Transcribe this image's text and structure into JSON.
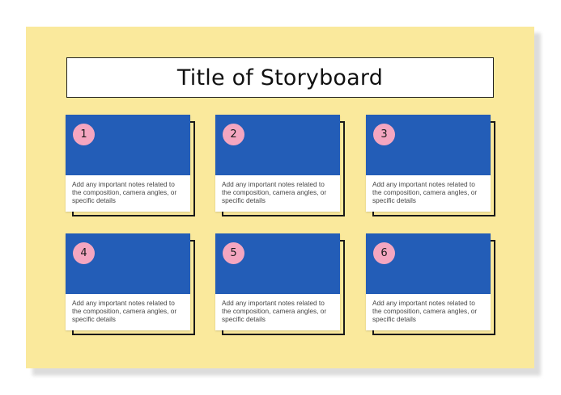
{
  "colors": {
    "board_bg": "#fae99c",
    "panel_blue": "#235db7",
    "badge_pink": "#f4a6c0",
    "notes_bg": "#ffffff",
    "outline": "#1a1a1a"
  },
  "storyboard": {
    "title": "Title of Storyboard",
    "frames": [
      {
        "number": "1",
        "notes": "Add any important notes related to the composition, camera angles, or specific details"
      },
      {
        "number": "2",
        "notes": "Add any important notes related to the composition, camera angles, or specific details"
      },
      {
        "number": "3",
        "notes": "Add any important notes related to the composition, camera angles, or specific details"
      },
      {
        "number": "4",
        "notes": "Add any important notes related to the composition, camera angles, or specific details"
      },
      {
        "number": "5",
        "notes": "Add any important notes related to the composition, camera angles, or specific details"
      },
      {
        "number": "6",
        "notes": "Add any important notes related to the composition, camera angles, or specific details"
      }
    ]
  }
}
